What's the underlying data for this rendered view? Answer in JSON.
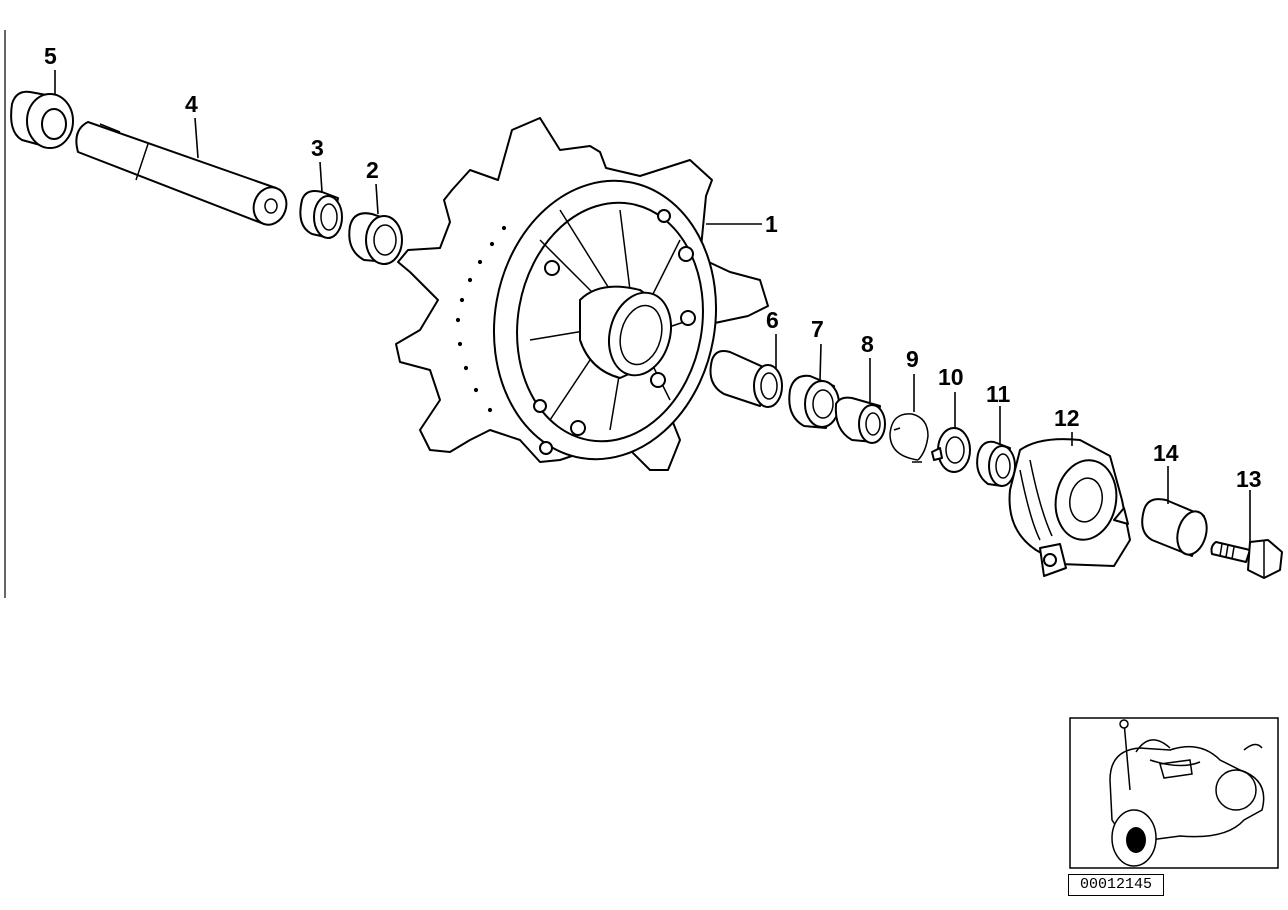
{
  "diagram": {
    "part_numbers": {
      "hub": "1",
      "bearing_2": "2",
      "spacer_3": "3",
      "axle": "4",
      "axle_cap": "5",
      "sleeve_6": "6",
      "bearing_7": "7",
      "spacer_8": "8",
      "circlip_9": "9",
      "lock_washer_10": "10",
      "ring_11": "11",
      "speedo_drive": "12",
      "bolt": "13",
      "bush_14": "14"
    },
    "diagram_number": "00012145"
  },
  "colors": {
    "line": "#000000",
    "background": "#ffffff"
  }
}
